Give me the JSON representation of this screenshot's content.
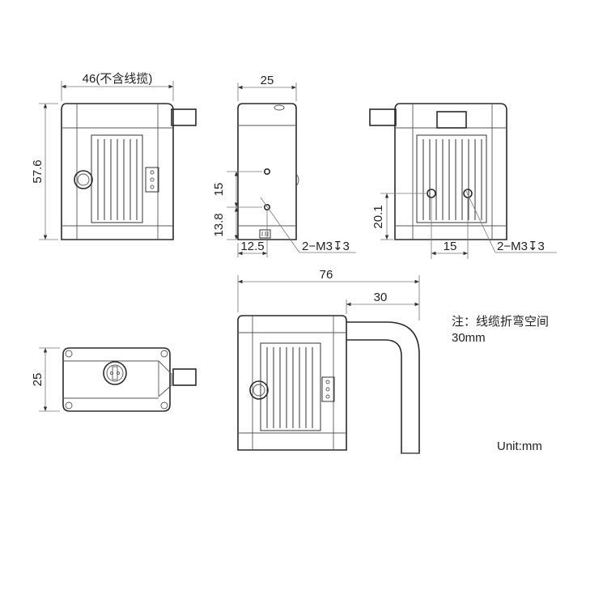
{
  "dimensions": {
    "front_width": "46(不含线揽)",
    "front_height": "57.6",
    "side_width": "25",
    "side_hole_spacing": "15",
    "side_hole_height": "13.8",
    "side_hole_offset": "12.5",
    "side_thread": "2−M3↧3",
    "back_hole_height": "20.1",
    "back_hole_spacing": "15",
    "back_thread": "2−M3↧3",
    "bottom_height": "25",
    "iso_total_length": "76",
    "iso_cable_length": "30"
  },
  "notes": {
    "line1": "注：线缆折弯空间",
    "line2": "30mm",
    "unit": "Unit:mm"
  }
}
